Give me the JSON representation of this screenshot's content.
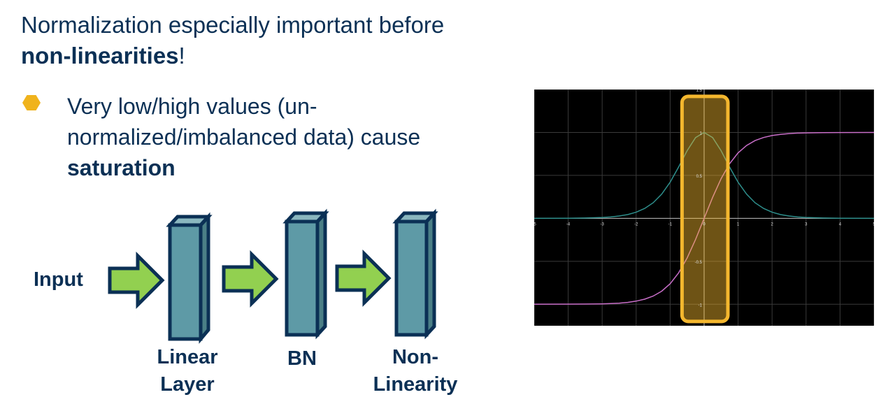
{
  "title": {
    "line1": "Normalization especially important before",
    "bold": "non-linearities",
    "suffix": "!"
  },
  "bullet": {
    "text": "Very low/high values (un-normalized/imbalanced data) cause",
    "bold": "saturation",
    "color": "#f0b31c"
  },
  "diagram": {
    "input_label": "Input",
    "blocks": [
      {
        "label_line1": "Linear",
        "label_line2": "Layer"
      },
      {
        "label_line1": "BN",
        "label_line2": ""
      },
      {
        "label_line1": "Non-",
        "label_line2": "Linearity"
      }
    ],
    "arrow_color": "#92d050",
    "block_color": "#5e9aa6",
    "outline_color": "#0b3055"
  },
  "chart_data": {
    "type": "line",
    "xlim": [
      -5,
      5
    ],
    "ylim": [
      -1.25,
      1.5
    ],
    "grid": true,
    "background": "#000000",
    "x_ticks": [
      "-5",
      "-4",
      "-3",
      "-2",
      "-1",
      "0",
      "1",
      "2",
      "3",
      "4",
      "5"
    ],
    "y_ticks": [
      {
        "v": 1.5,
        "label": "1.5"
      },
      {
        "v": 1,
        "label": "1"
      },
      {
        "v": 0.5,
        "label": "0.5"
      },
      {
        "v": -0.5,
        "label": "-0.5"
      },
      {
        "v": -1,
        "label": "-1"
      }
    ],
    "x": [
      -5,
      -4,
      -3.5,
      -3,
      -2.75,
      -2.5,
      -2.25,
      -2,
      -1.75,
      -1.5,
      -1.25,
      -1,
      -0.75,
      -0.5,
      -0.25,
      0,
      0.25,
      0.5,
      0.75,
      1,
      1.25,
      1.5,
      1.75,
      2,
      2.25,
      2.5,
      2.75,
      3,
      3.5,
      4,
      5
    ],
    "series": [
      {
        "color": "#c86ec8",
        "values": [
          -1,
          -0.999,
          -0.998,
          -0.995,
          -0.992,
          -0.987,
          -0.978,
          -0.964,
          -0.941,
          -0.905,
          -0.848,
          -0.762,
          -0.635,
          -0.462,
          -0.245,
          0,
          0.245,
          0.462,
          0.635,
          0.762,
          0.848,
          0.905,
          0.941,
          0.964,
          0.978,
          0.987,
          0.992,
          0.995,
          0.998,
          0.999,
          1
        ]
      },
      {
        "color": "#2e8f8c",
        "values": [
          0,
          0.001,
          0.004,
          0.01,
          0.016,
          0.027,
          0.044,
          0.071,
          0.115,
          0.181,
          0.281,
          0.42,
          0.597,
          0.787,
          0.94,
          1,
          0.94,
          0.787,
          0.597,
          0.42,
          0.281,
          0.181,
          0.115,
          0.071,
          0.044,
          0.027,
          0.016,
          0.01,
          0.004,
          0.001,
          0
        ]
      }
    ],
    "highlight": {
      "x_range": [
        -0.65,
        0.7
      ],
      "y_range": [
        -1.2,
        1.42
      ],
      "color": "#f4b72e"
    }
  }
}
